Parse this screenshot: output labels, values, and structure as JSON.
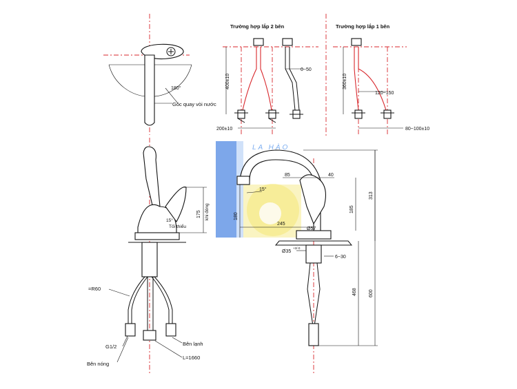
{
  "watermark": {
    "text": "LA HÀO",
    "colors": {
      "blue": "#2f6fd6",
      "blue_light": "#6fa6ef",
      "yellow": "#f3e56a"
    }
  },
  "colors": {
    "line": "#111111",
    "centerline": "#d8262b",
    "pipe_red": "#d8262b"
  },
  "top_view": {
    "angle_label": "180°",
    "caption": "Góc quay vòi nước"
  },
  "install_two_side": {
    "title": "Trường hợp lắp 2 bên",
    "height_label": "400±10",
    "offset_label": "0~50",
    "spacing_label": "200±10"
  },
  "install_one_side": {
    "title": "Trường hợp lắp 1 bên",
    "height_label": "360±10",
    "offset_label": "120~150",
    "spacing_label": "80~100±10"
  },
  "side_view": {
    "lever_height_label": "175",
    "lever_state_label": "khi đóng",
    "angle_label": "15°",
    "min_label": "Tối thiểu",
    "hose_radius_label": "=R60",
    "thread_label": "G1/2",
    "hot_label": "Bên nóng",
    "cold_label": "Bên lạnh",
    "hose_length_label": "L=1660"
  },
  "front_view": {
    "spout_angle_label": "15°",
    "dim_85": "85",
    "dim_40": "40",
    "dim_313": "313",
    "dim_185": "185",
    "dim_180": "180",
    "dim_245": "245",
    "dim_base": "Ø57",
    "dim_hole": "Ø35",
    "dim_hole_tol": "+2/-0",
    "dim_thickness": "6~30",
    "dim_468": "468",
    "dim_600": "600"
  }
}
